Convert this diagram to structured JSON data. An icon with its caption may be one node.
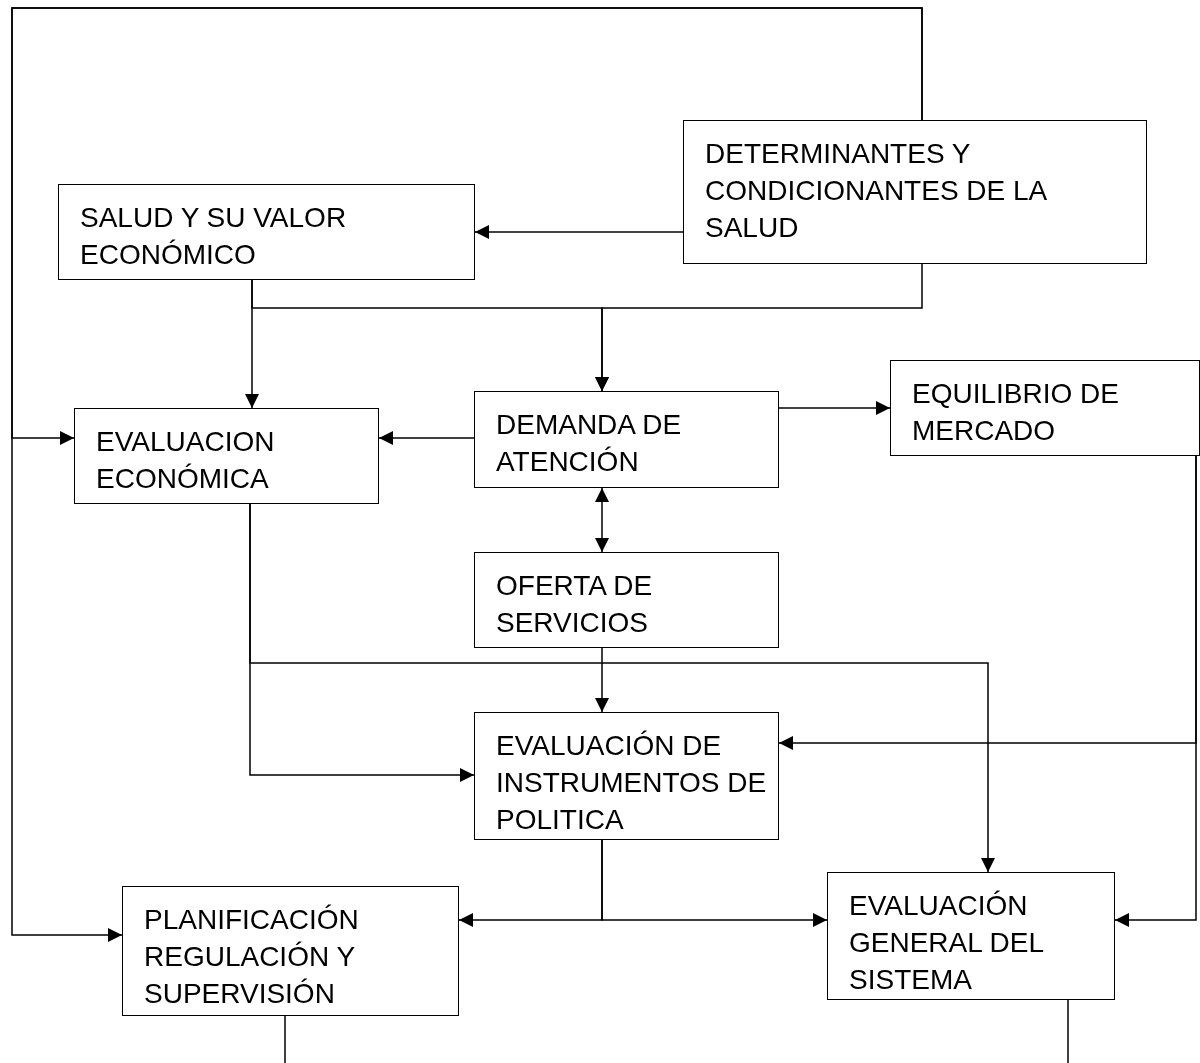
{
  "diagram": {
    "nodes": [
      {
        "text": [
          "DETERMINANTES Y CONDICIONANTES DE LA SALUD"
        ]
      },
      {
        "text": [
          "SALUD Y SU VALOR ECONÓMICO"
        ]
      },
      {
        "text": [
          "EVALUACION ECONÓMICA"
        ]
      },
      {
        "text": [
          "DEMANDA DE ATENCIÓN"
        ]
      },
      {
        "text": [
          "EQUILIBRIO DE MERCADO"
        ]
      },
      {
        "text": [
          "OFERTA DE SERVICIOS"
        ]
      },
      {
        "text": [
          "EVALUACIÓN DE INSTRUMENTOS DE POLITICA"
        ]
      },
      {
        "text": [
          "PLANIFICACIÓN REGULACIÓN Y SUPERVISIÓN"
        ]
      },
      {
        "text": [
          "EVALUACIÓN GENERAL DEL SISTEMA"
        ]
      }
    ],
    "edges": [
      {
        "from": 0,
        "to": 1,
        "arrow": "to"
      },
      {
        "from": 0,
        "to": 2,
        "arrow": "to"
      },
      {
        "from": 0,
        "to": 7,
        "arrow": "to"
      },
      {
        "from": 1,
        "to": 2,
        "arrow": "to"
      },
      {
        "from": 1,
        "to": 3,
        "arrow": "to"
      },
      {
        "from": 0,
        "to": 3,
        "arrow": "to"
      },
      {
        "from": 3,
        "to": 2,
        "arrow": "to"
      },
      {
        "from": 3,
        "to": 4,
        "arrow": "to"
      },
      {
        "from": 3,
        "to": 5,
        "arrow": "both"
      },
      {
        "from": 5,
        "to": 6,
        "arrow": "to"
      },
      {
        "from": 2,
        "to": 6,
        "arrow": "to"
      },
      {
        "from": 2,
        "to": 8,
        "arrow": "to"
      },
      {
        "from": 4,
        "to": 6,
        "arrow": "to"
      },
      {
        "from": 4,
        "to": 8,
        "arrow": "to"
      },
      {
        "from": 6,
        "to": 7,
        "arrow": "to"
      },
      {
        "from": 6,
        "to": 8,
        "arrow": "to"
      },
      {
        "from": 7,
        "to": null,
        "arrow": "none"
      },
      {
        "from": 8,
        "to": null,
        "arrow": "none"
      }
    ]
  }
}
